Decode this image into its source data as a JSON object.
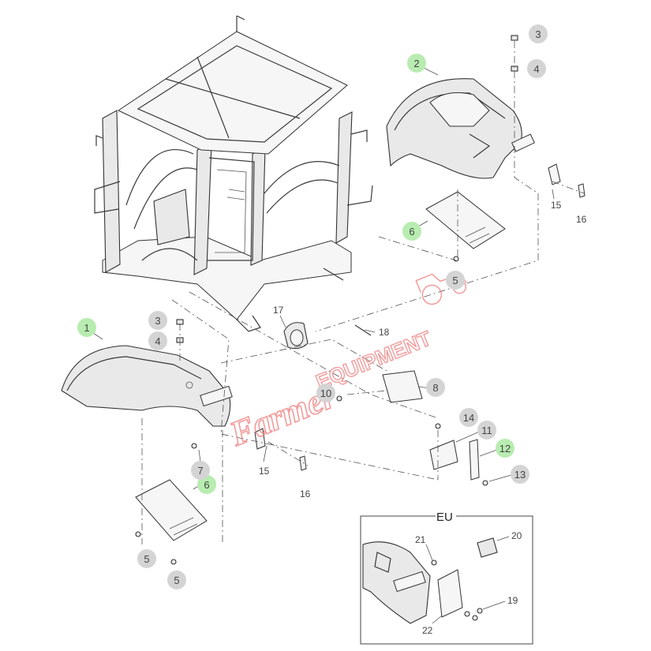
{
  "watermark": {
    "text_script": "Farmer",
    "text_block": "EQUIPMENT",
    "color": "#f07a7a"
  },
  "inset": {
    "label": "EU"
  },
  "callouts": [
    {
      "id": "c1",
      "number": "1",
      "style": "green"
    },
    {
      "id": "c2",
      "number": "2",
      "style": "green"
    },
    {
      "id": "c3a",
      "number": "3",
      "style": "grey"
    },
    {
      "id": "c4a",
      "number": "4",
      "style": "grey"
    },
    {
      "id": "c3b",
      "number": "3",
      "style": "grey"
    },
    {
      "id": "c4b",
      "number": "4",
      "style": "grey"
    },
    {
      "id": "c5a",
      "number": "5",
      "style": "grey"
    },
    {
      "id": "c5b",
      "number": "5",
      "style": "grey"
    },
    {
      "id": "c5c",
      "number": "5",
      "style": "grey"
    },
    {
      "id": "c6a",
      "number": "6",
      "style": "green"
    },
    {
      "id": "c6b",
      "number": "6",
      "style": "green"
    },
    {
      "id": "c7",
      "number": "7",
      "style": "grey"
    },
    {
      "id": "c8",
      "number": "8",
      "style": "grey"
    },
    {
      "id": "c10",
      "number": "10",
      "style": "grey"
    },
    {
      "id": "c11",
      "number": "11",
      "style": "grey"
    },
    {
      "id": "c12",
      "number": "12",
      "style": "green"
    },
    {
      "id": "c13",
      "number": "13",
      "style": "grey"
    },
    {
      "id": "c14",
      "number": "14",
      "style": "grey"
    }
  ],
  "labels": [
    {
      "id": "l15a",
      "number": "15"
    },
    {
      "id": "l16a",
      "number": "16"
    },
    {
      "id": "l15b",
      "number": "15"
    },
    {
      "id": "l16b",
      "number": "16"
    },
    {
      "id": "l17",
      "number": "17"
    },
    {
      "id": "l18",
      "number": "18"
    },
    {
      "id": "l19",
      "number": "19"
    },
    {
      "id": "l20",
      "number": "20"
    },
    {
      "id": "l21",
      "number": "21"
    },
    {
      "id": "l22",
      "number": "22"
    }
  ],
  "colors": {
    "callout_grey": "#d4d4d4",
    "callout_green": "#b8ecb0",
    "line": "#3a3a3a"
  }
}
